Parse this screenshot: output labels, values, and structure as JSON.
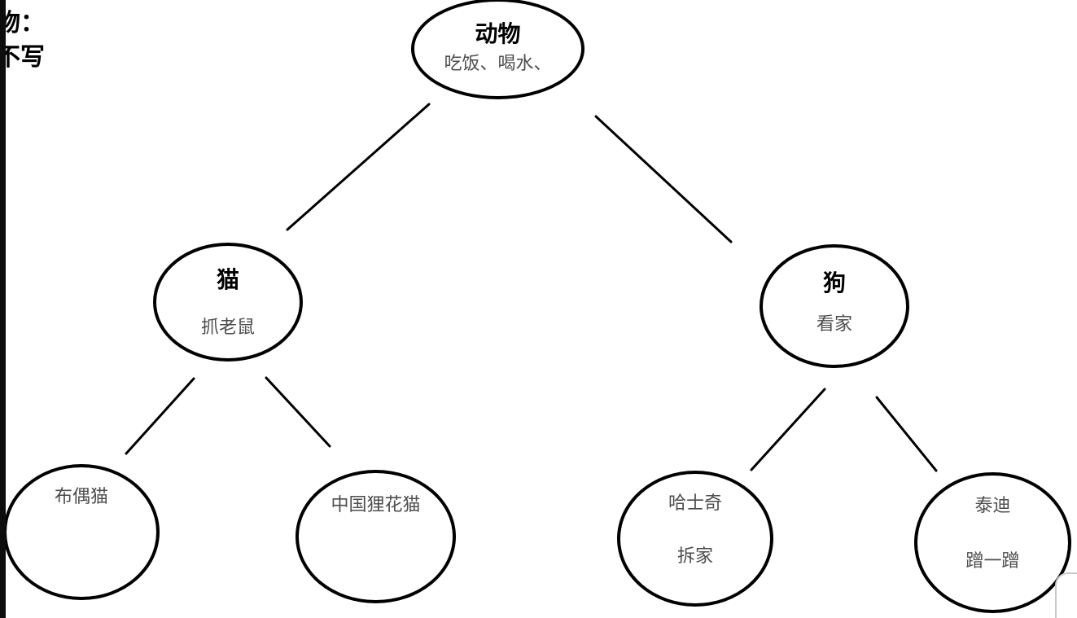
{
  "note": {
    "line1": "物：",
    "line2": "不写"
  },
  "diagram": {
    "type": "tree",
    "nodes": {
      "root": {
        "title": "动物",
        "subtitle": "吃饭、喝水、"
      },
      "cat": {
        "title": "猫",
        "subtitle": "抓老鼠"
      },
      "dog": {
        "title": "狗",
        "subtitle": "看家"
      },
      "ragdoll": {
        "label": "布偶猫"
      },
      "lihua": {
        "label": "中国狸花猫"
      },
      "husky": {
        "label": "哈士奇",
        "sublabel": "拆家"
      },
      "teddy": {
        "label": "泰迪",
        "sublabel": "蹭一蹭"
      }
    },
    "edges": [
      {
        "from": "root",
        "to": "cat"
      },
      {
        "from": "root",
        "to": "dog"
      },
      {
        "from": "cat",
        "to": "ragdoll"
      },
      {
        "from": "cat",
        "to": "lihua"
      },
      {
        "from": "dog",
        "to": "husky"
      },
      {
        "from": "dog",
        "to": "teddy"
      }
    ]
  },
  "colors": {
    "background": "#ffffff",
    "stroke": "#000000",
    "title_text": "#000000",
    "body_text": "#4d4d4d",
    "left_bar": "#0d0d0d",
    "corner_widget_border": "#c9c9c9"
  }
}
